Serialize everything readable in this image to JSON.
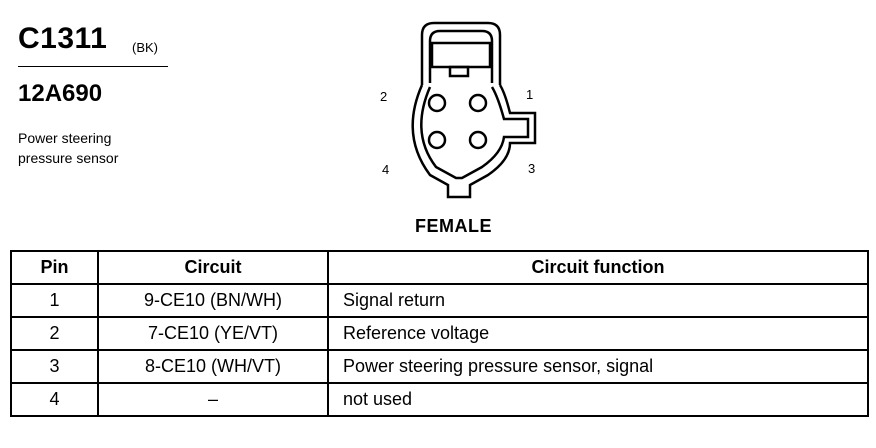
{
  "connector": {
    "code": "C1311",
    "color": "(BK)",
    "part_number": "12A690",
    "description_line1": "Power steering",
    "description_line2": "pressure sensor",
    "gender": "FEMALE",
    "pin_labels": [
      "1",
      "2",
      "3",
      "4"
    ]
  },
  "table": {
    "headers": [
      "Pin",
      "Circuit",
      "Circuit function"
    ],
    "rows": [
      {
        "pin": "1",
        "circuit": "9-CE10 (BN/WH)",
        "function": "Signal return"
      },
      {
        "pin": "2",
        "circuit": "7-CE10 (YE/VT)",
        "function": "Reference voltage"
      },
      {
        "pin": "3",
        "circuit": "8-CE10 (WH/VT)",
        "function": "Power steering pressure sensor, signal"
      },
      {
        "pin": "4",
        "circuit": "–",
        "function": "not used"
      }
    ]
  }
}
